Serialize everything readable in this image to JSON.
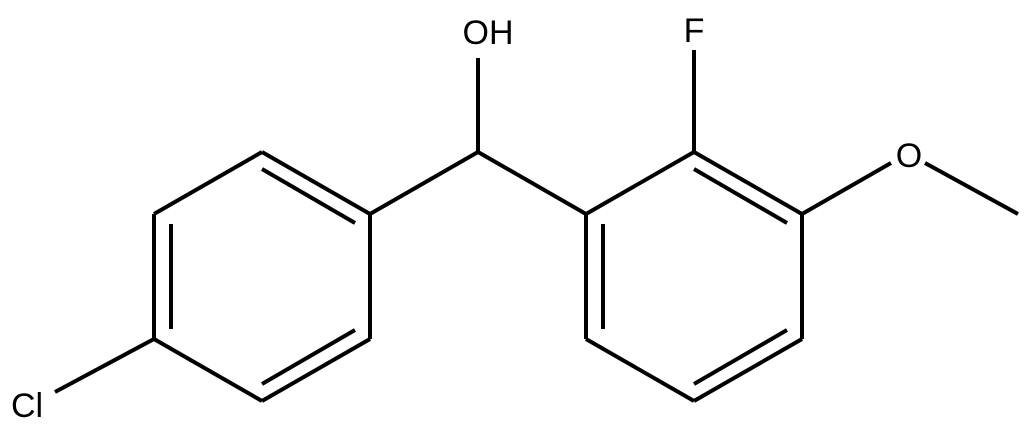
{
  "molecule": {
    "labels": {
      "hydroxyl": "OH",
      "fluorine": "F",
      "methoxy_oxygen": "O",
      "chlorine": "Cl"
    }
  },
  "colors": {
    "bond": "#000000",
    "text": "#000000",
    "background": "#ffffff"
  }
}
